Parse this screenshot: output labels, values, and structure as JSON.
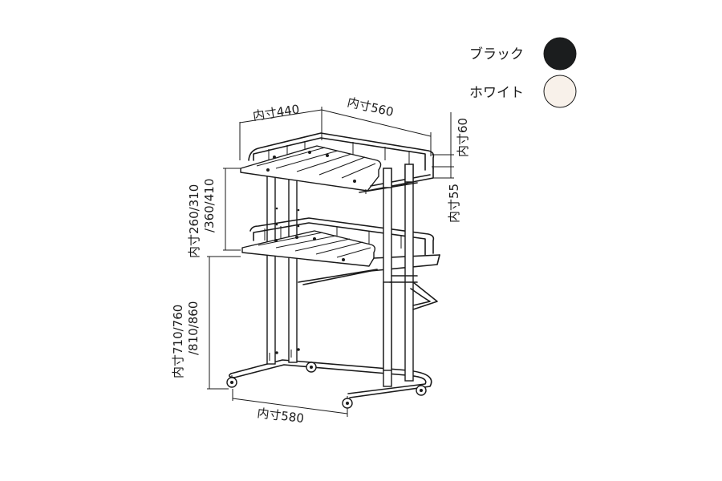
{
  "legend": {
    "black": {
      "label": "ブラック",
      "color": "#1b1d1e"
    },
    "white": {
      "label": "ホワイト",
      "color": "#f8f1ea"
    }
  },
  "dimensions": {
    "top_depth": "内寸440",
    "top_width": "内寸560",
    "rail_height": "内寸60",
    "shelf_gap": "内寸55",
    "upper_height_line1": "内寸260/310",
    "upper_height_line2": "/360/410",
    "lower_height_line1": "内寸710/760",
    "lower_height_line2": "/810/860",
    "base_width": "内寸580"
  },
  "colors": {
    "line": "#1a1a1a",
    "background": "#ffffff"
  }
}
